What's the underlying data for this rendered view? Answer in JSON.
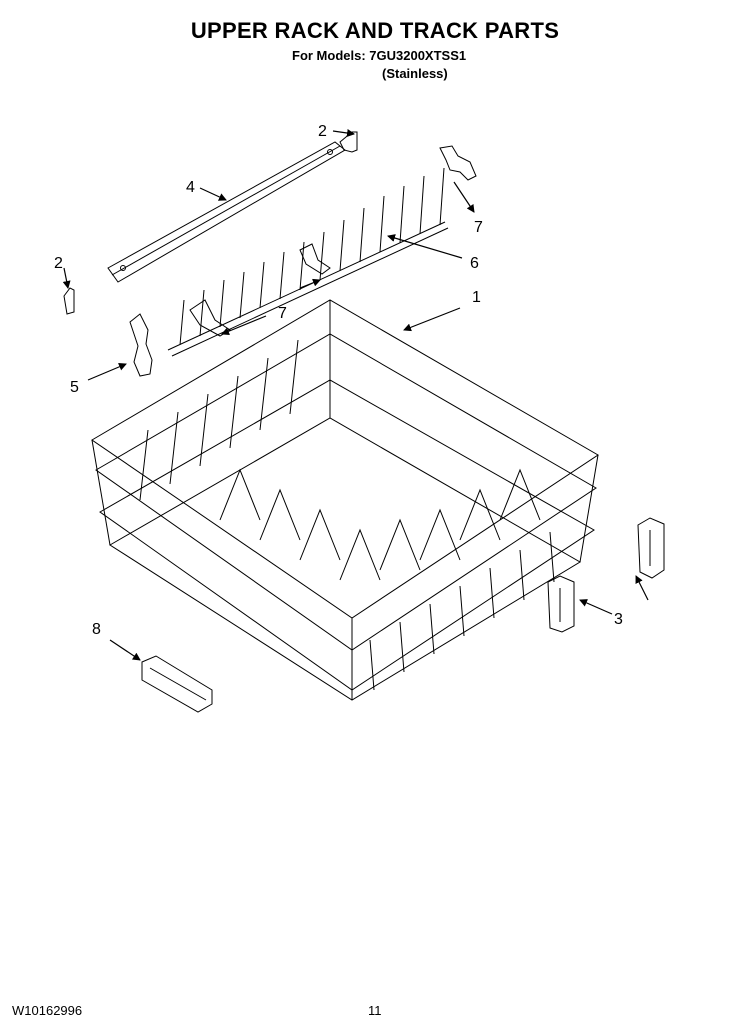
{
  "header": {
    "title": "UPPER RACK AND TRACK PARTS",
    "models_line": "For Models: 7GU3200XTSS1",
    "variant": "(Stainless)"
  },
  "footer": {
    "document_number": "W10162996",
    "page_number": "11"
  },
  "callouts": {
    "c1": "1",
    "c2a": "2",
    "c2b": "2",
    "c3": "3",
    "c4": "4",
    "c5": "5",
    "c6": "6",
    "c7a": "7",
    "c7b": "7",
    "c8": "8"
  }
}
